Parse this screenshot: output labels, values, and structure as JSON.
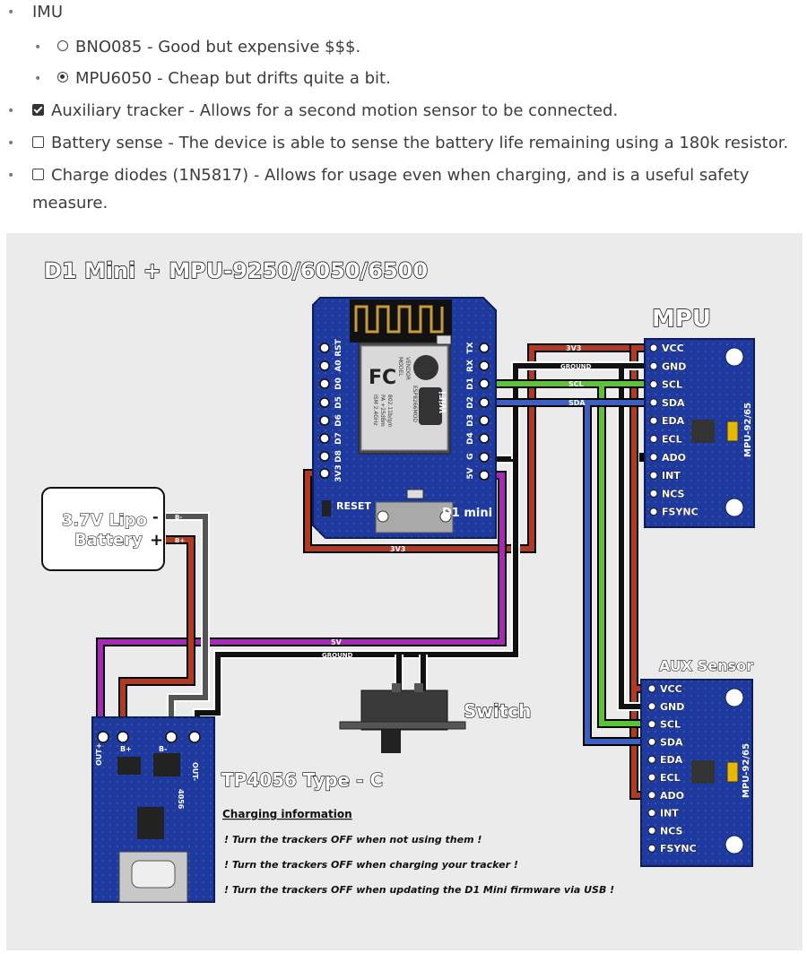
{
  "list": {
    "imu_label": "IMU",
    "bno085": "BNO085 - Good but expensive $$$.",
    "mpu6050": "MPU6050 - Cheap but drifts quite a bit.",
    "aux": "Auxiliary tracker - Allows for a second motion sensor to be connected.",
    "battery_sense": "Battery sense - The device is able to sense the battery life remaining using a 180k resistor.",
    "charge_line1": "Charge diodes (1N5817) - Allows for usage even when charging, and is a useful safety",
    "charge_line2": "measure."
  },
  "diagram": {
    "title": "D1 Mini + MPU-9250/6050/6500",
    "mpu_title": "MPU",
    "aux_title": "AUX Sensor",
    "battery_line1": "3.7V Lipo",
    "battery_line2": "Battery",
    "battery_minus": "-",
    "battery_plus": "+",
    "wire_bminus": "B-",
    "wire_bplus": "B+",
    "switch_label": "Switch",
    "charger_title": "TP4056 Type - C",
    "charging_header": "Charging information",
    "charging_notes": [
      "! Turn the trackers OFF when not using them !",
      "! Turn the trackers OFF when charging your tracker !",
      "! Turn the trackers OFF when updating the D1 Mini firmware via USB !"
    ],
    "wire_labels": {
      "v33": "3V3",
      "ground": "GROUND",
      "scl": "SCL",
      "sda": "SDA",
      "v5": "5V"
    },
    "mpu_pins": [
      "VCC",
      "GND",
      "SCL",
      "SDA",
      "EDA",
      "ECL",
      "ADO",
      "INT",
      "NCS",
      "FSYNC"
    ],
    "sensor_model": "MPU-92/65",
    "d1_left_pins": [
      "RST",
      "A0",
      "D0",
      "D5",
      "D6",
      "D7",
      "D8",
      "3V3"
    ],
    "d1_right_pins": [
      "TX",
      "RX",
      "D1",
      "D2",
      "D3",
      "D4",
      "G",
      "5V"
    ],
    "d1_reset": "RESET",
    "d1_brand": "D1 mini",
    "chip_text": [
      "FC",
      "MODEL",
      "VENDOR",
      "ESP8266MOD",
      "ISM 2.4GHz",
      "PA +25dBm",
      "802.11b/g/n",
      "WiFi"
    ],
    "charger_pins": [
      "OUT+",
      "B+",
      "B-",
      "OUT-"
    ],
    "charger_chip": "4056",
    "colors": {
      "red": "#b33a22",
      "black": "#111111",
      "green": "#5cc23c",
      "blue": "#3c5fc0",
      "magenta": "#a828b8",
      "grey": "#555555",
      "board": "#1f3a9e",
      "board_dark": "#142a7a"
    }
  }
}
